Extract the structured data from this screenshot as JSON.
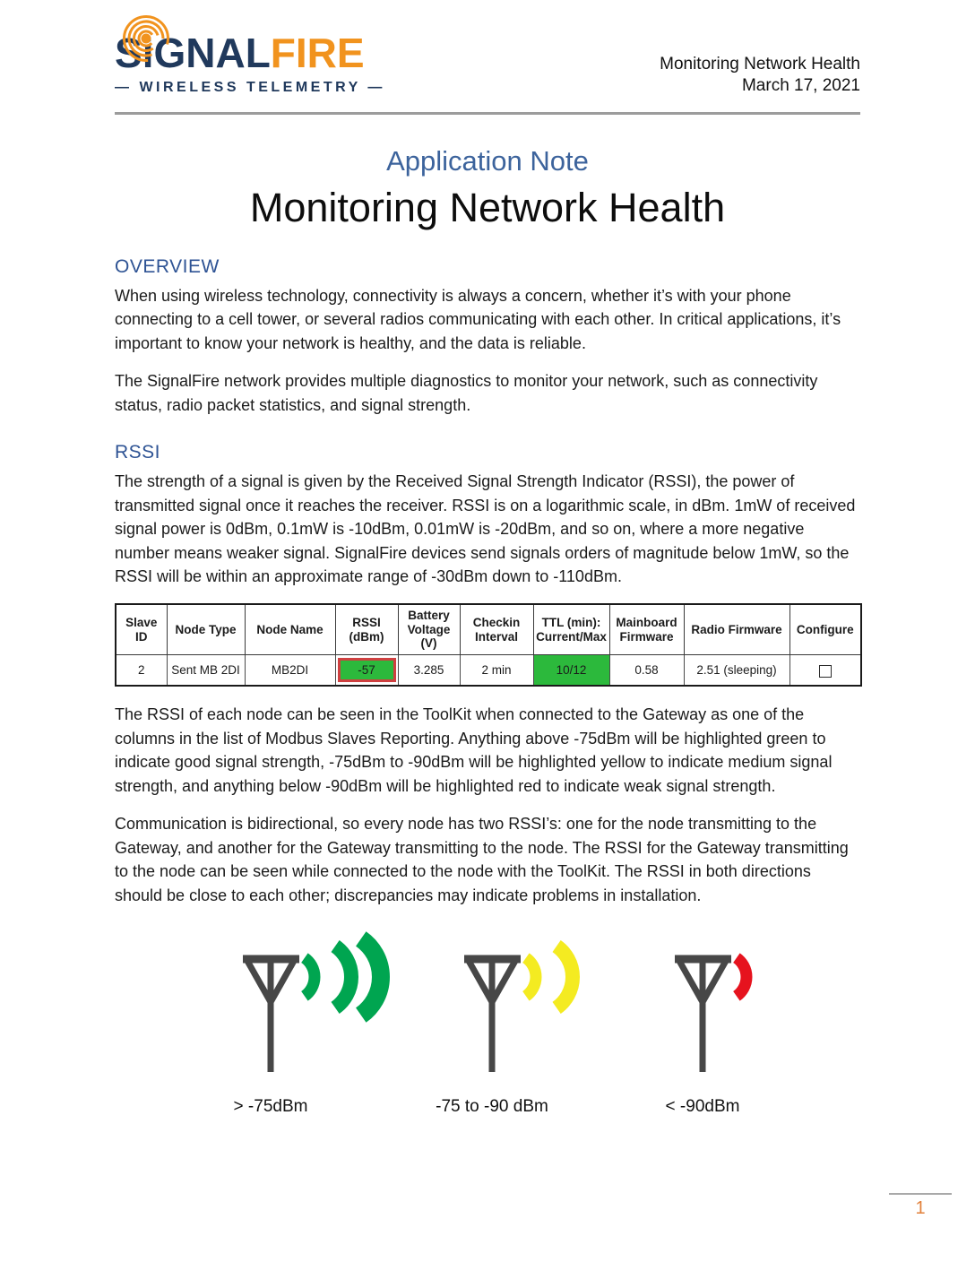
{
  "logo": {
    "word_part1": "S",
    "word_i": "i",
    "word_part2": "GNAL",
    "word_part3": "FIRE",
    "tagline": "— WIRELESS  TELEMETRY —",
    "navy": "#20395c",
    "orange": "#f1931e"
  },
  "header": {
    "doc_title": "Monitoring Network Health",
    "doc_date": "March 17, 2021"
  },
  "title_block": {
    "kicker": "Application Note",
    "title": "Monitoring Network Health"
  },
  "overview": {
    "heading": "OVERVIEW",
    "p1": "When using wireless technology, connectivity is always a concern, whether it’s with your phone connecting to a cell tower, or several radios communicating with each other. In critical applications, it’s important to know your network is healthy, and the data is reliable.",
    "p2": "The SignalFire network provides multiple diagnostics to monitor your network, such as connectivity status, radio packet statistics, and signal strength."
  },
  "rssi": {
    "heading": "RSSI",
    "p1": "The strength of a signal is given by the Received Signal Strength Indicator (RSSI), the power of transmitted signal once it reaches the receiver. RSSI is on a logarithmic scale, in dBm. 1mW of received signal power is 0dBm, 0.1mW is -10dBm, 0.01mW is -20dBm, and so on, where a more negative number means weaker signal. SignalFire devices send signals orders of magnitude below 1mW, so the RSSI will be within an approximate range of -30dBm down to -110dBm.",
    "p2": "The RSSI of each node can be seen in the ToolKit when connected to the Gateway as one of the columns in the list of Modbus Slaves Reporting. Anything above -75dBm will be highlighted green to indicate good signal strength, -75dBm to -90dBm will be highlighted yellow to indicate medium signal strength, and anything below -90dBm will be highlighted red to indicate weak signal strength.",
    "p3": "Communication is bidirectional, so every node has two RSSI’s: one for the node transmitting to the Gateway, and another for the Gateway transmitting to the node. The RSSI for the Gateway transmitting to the node can be seen while connected to the node with the ToolKit. The RSSI in both directions should be close to each other; discrepancies may indicate problems in installation."
  },
  "toolkit_table": {
    "columns": [
      "Slave ID",
      "Node Type",
      "Node Name",
      "RSSI (dBm)",
      "Battery Voltage (V)",
      "Checkin Interval",
      "TTL (min): Current/Max",
      "Mainboard Firmware",
      "Radio Firmware",
      "Configure"
    ],
    "row": {
      "slave_id": "2",
      "node_type": "Sent MB 2DI",
      "node_name": "MB2DI",
      "rssi": "-57",
      "battery_voltage": "3.285",
      "checkin_interval": "2 min",
      "ttl_current_max": "10/12",
      "mainboard_firmware": "0.58",
      "radio_firmware": "2.51 (sleeping)"
    },
    "highlight_colors": {
      "good_green": "#2cb93c",
      "callout_red_border": "#cf4040"
    }
  },
  "signal_figures": {
    "antennas": [
      {
        "label": "> -75dBm",
        "waves": 3,
        "color": "#00a550"
      },
      {
        "label": "-75 to -90 dBm",
        "waves": 2,
        "color": "#f4eb21"
      },
      {
        "label": "< -90dBm",
        "waves": 1,
        "color": "#e6131e"
      }
    ],
    "antenna_color": "#474747"
  },
  "footer": {
    "page_number": "1"
  }
}
